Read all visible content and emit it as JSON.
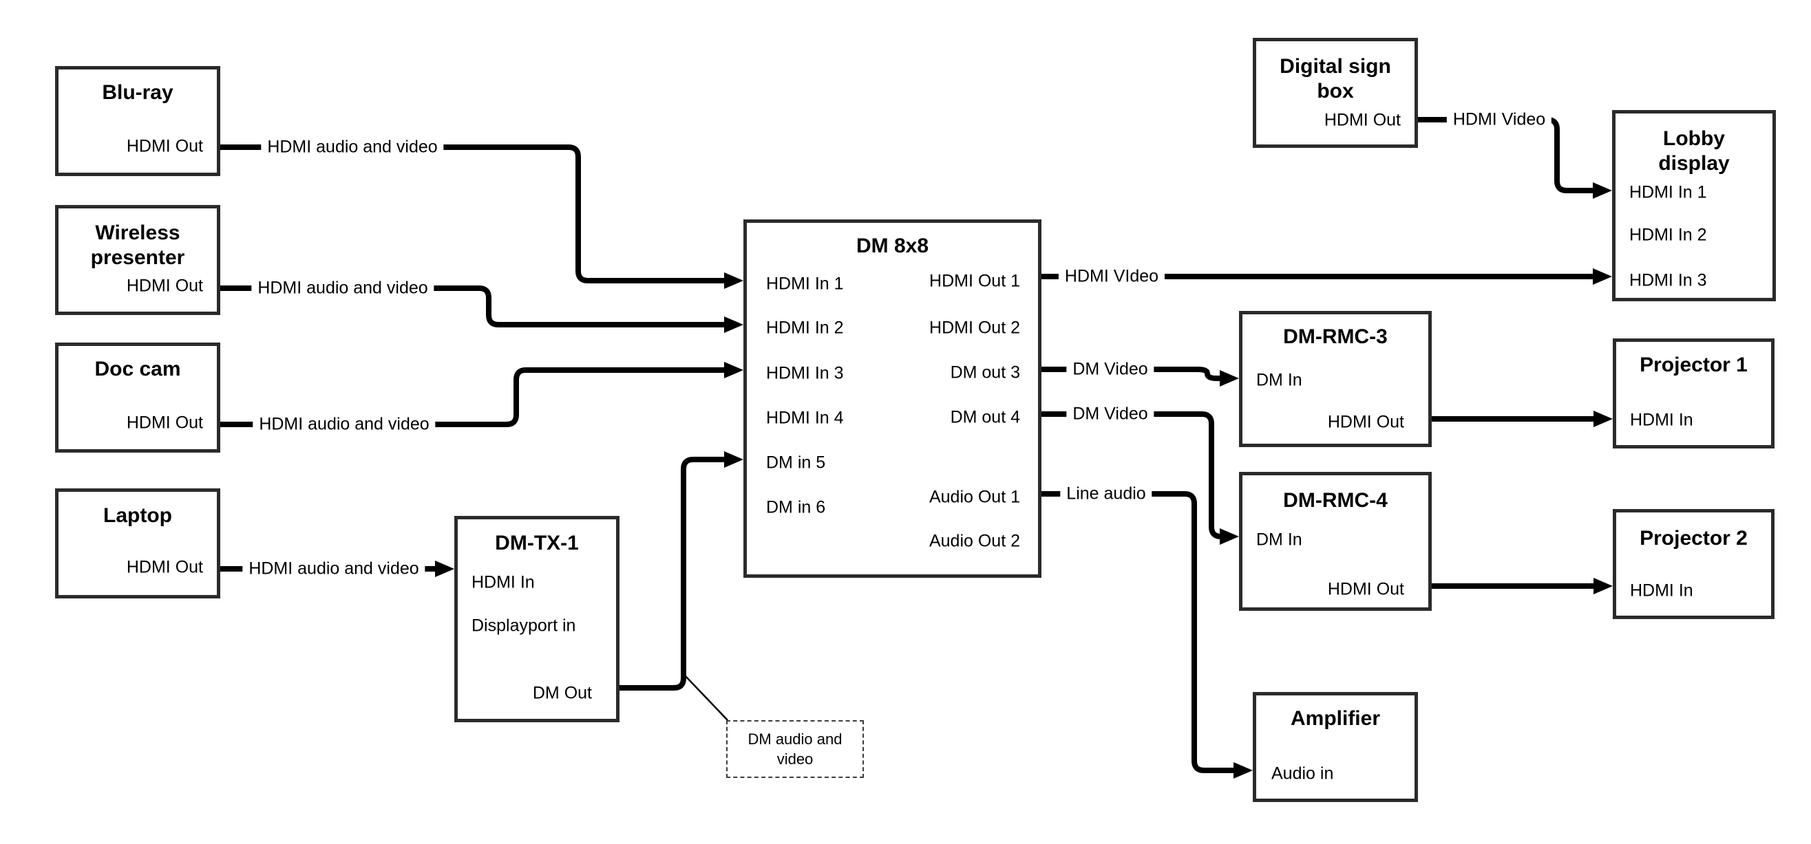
{
  "colors": {
    "background": "#ffffff",
    "box_border": "#2b2b2b",
    "wire": "#000000",
    "text": "#000000"
  },
  "nodes": {
    "bluray": {
      "title": "Blu-ray",
      "port_hdmi_out": "HDMI Out"
    },
    "wireless_presenter": {
      "title": "Wireless presenter",
      "port_hdmi_out": "HDMI Out"
    },
    "doc_cam": {
      "title": "Doc cam",
      "port_hdmi_out": "HDMI Out"
    },
    "laptop": {
      "title": "Laptop",
      "port_hdmi_out": "HDMI Out"
    },
    "dm_tx_1": {
      "title": "DM-TX-1",
      "port_hdmi_in": "HDMI In",
      "port_displayport_in": "Displayport in",
      "port_dm_out": "DM Out"
    },
    "dm_8x8": {
      "title": "DM 8x8",
      "inputs": [
        "HDMI In 1",
        "HDMI In 2",
        "HDMI In 3",
        "HDMI In 4",
        "DM in 5",
        "DM in 6"
      ],
      "outputs": [
        "HDMI Out 1",
        "HDMI Out 2",
        "DM out 3",
        "DM out 4",
        "Audio Out 1",
        "Audio Out 2"
      ]
    },
    "digital_sign_box": {
      "title": "Digital sign box",
      "port_hdmi_out": "HDMI Out"
    },
    "lobby_display": {
      "title": "Lobby display",
      "inputs": [
        "HDMI In 1",
        "HDMI In 2",
        "HDMI In 3"
      ]
    },
    "dm_rmc_3": {
      "title": "DM-RMC-3",
      "port_dm_in": "DM In",
      "port_hdmi_out": "HDMI Out"
    },
    "projector_1": {
      "title": "Projector 1",
      "port_hdmi_in": "HDMI In"
    },
    "dm_rmc_4": {
      "title": "DM-RMC-4",
      "port_dm_in": "DM In",
      "port_hdmi_out": "HDMI Out"
    },
    "projector_2": {
      "title": "Projector 2",
      "port_hdmi_in": "HDMI In"
    },
    "amplifier": {
      "title": "Amplifier",
      "port_audio_in": "Audio in"
    }
  },
  "wire_labels": {
    "bluray_to_dm": "HDMI audio and video",
    "wireless_to_dm": "HDMI audio and video",
    "doccam_to_dm": "HDMI audio and video",
    "laptop_to_tx": "HDMI audio and video",
    "hdmi_out_1": "HDMI VIdeo",
    "dm_out_3": "DM Video",
    "dm_out_4": "DM Video",
    "audio_out_1": "Line audio",
    "digital_sign_to_lobby": "HDMI Video"
  },
  "note": {
    "text": "DM audio and video"
  }
}
